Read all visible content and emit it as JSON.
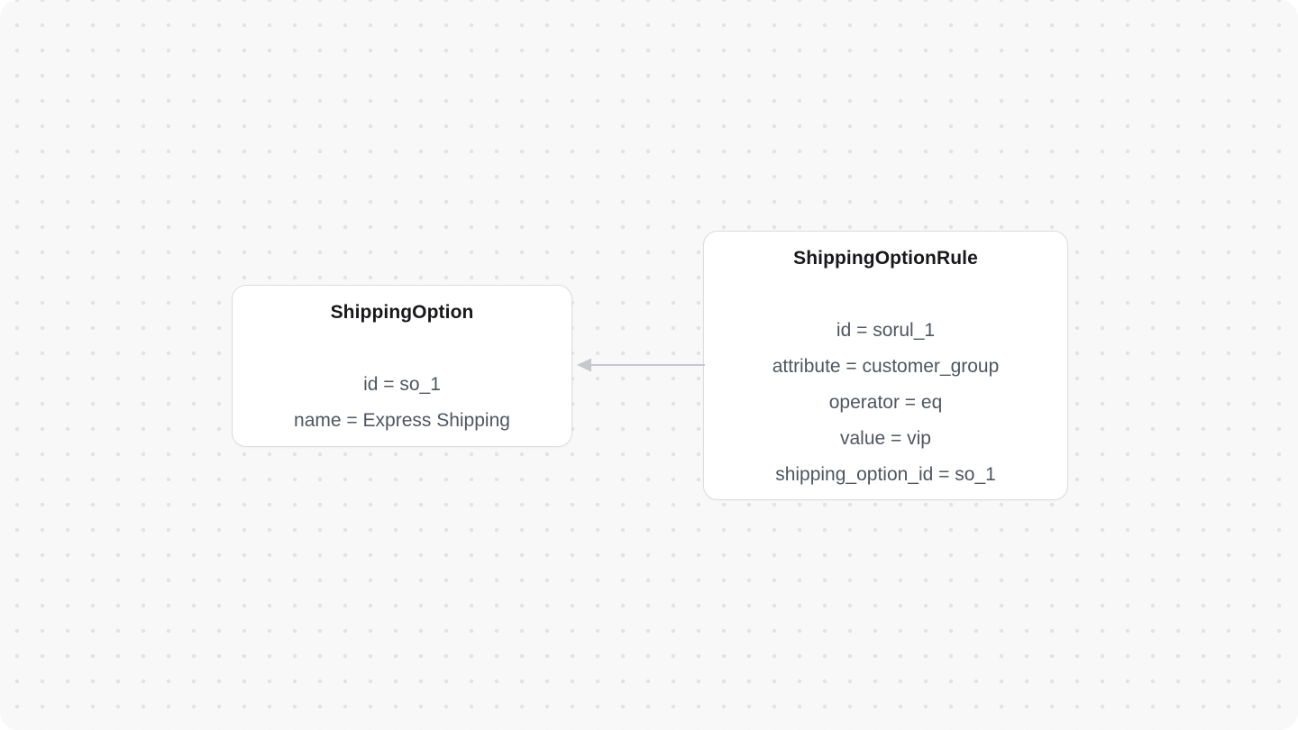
{
  "diagram": {
    "entities": [
      {
        "title": "ShippingOption",
        "fields": [
          "id = so_1",
          "name = Express Shipping"
        ]
      },
      {
        "title": "ShippingOptionRule",
        "fields": [
          "id = sorul_1",
          "attribute = customer_group",
          "operator = eq",
          "value = vip",
          "shipping_option_id = so_1"
        ]
      }
    ],
    "relation": {
      "from": "ShippingOptionRule",
      "to": "ShippingOption"
    },
    "colors": {
      "canvas_background": "#f8f8f8",
      "dot_grid": "#e3e3e6",
      "card_background": "#ffffff",
      "card_border": "#dcdce1",
      "title_text": "#18181b",
      "field_text": "#4f5560",
      "arrow": "#c6c8cd"
    }
  }
}
